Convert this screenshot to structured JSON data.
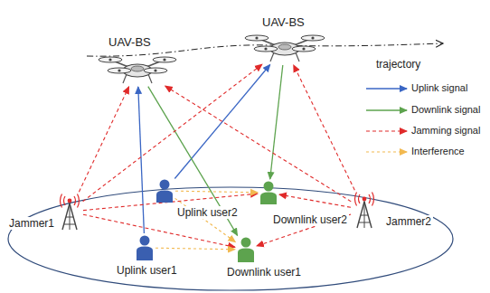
{
  "diagram": {
    "nodes": [
      {
        "text": [
          "UAV-BS"
        ]
      },
      {
        "text": [
          "UAV-BS"
        ]
      },
      {
        "text": [
          "Jammer1"
        ]
      },
      {
        "text": [
          "Uplink user2"
        ]
      },
      {
        "text": [
          "Downlink user2"
        ]
      },
      {
        "text": [
          "Jammer2"
        ]
      },
      {
        "text": [
          "Uplink user1"
        ]
      },
      {
        "text": [
          "Downlink user1"
        ]
      }
    ],
    "edges": [
      {
        "from": 6,
        "to": 0,
        "arrow": "to"
      },
      {
        "from": 3,
        "to": 1,
        "arrow": "to"
      },
      {
        "from": 0,
        "to": 7,
        "arrow": "to"
      },
      {
        "from": 1,
        "to": 4,
        "arrow": "to"
      },
      {
        "from": 2,
        "to": 0,
        "arrow": "to"
      },
      {
        "from": 2,
        "to": 1,
        "arrow": "to"
      },
      {
        "from": 2,
        "to": 4,
        "arrow": "to"
      },
      {
        "from": 2,
        "to": 7,
        "arrow": "to"
      },
      {
        "from": 5,
        "to": 0,
        "arrow": "to"
      },
      {
        "from": 5,
        "to": 1,
        "arrow": "to"
      },
      {
        "from": 5,
        "to": 4,
        "arrow": "to"
      },
      {
        "from": 5,
        "to": 7,
        "arrow": "to"
      },
      {
        "from": 3,
        "to": 4,
        "arrow": "to"
      },
      {
        "from": 6,
        "to": 7,
        "arrow": "to"
      },
      {
        "from": 3,
        "to": 7,
        "arrow": "to"
      }
    ],
    "labels": [
      "trajectory"
    ],
    "legend": [
      {
        "text": "Uplink signal"
      },
      {
        "text": "Downlink signal"
      },
      {
        "text": "Jamming signal"
      },
      {
        "text": "Interference"
      }
    ]
  }
}
